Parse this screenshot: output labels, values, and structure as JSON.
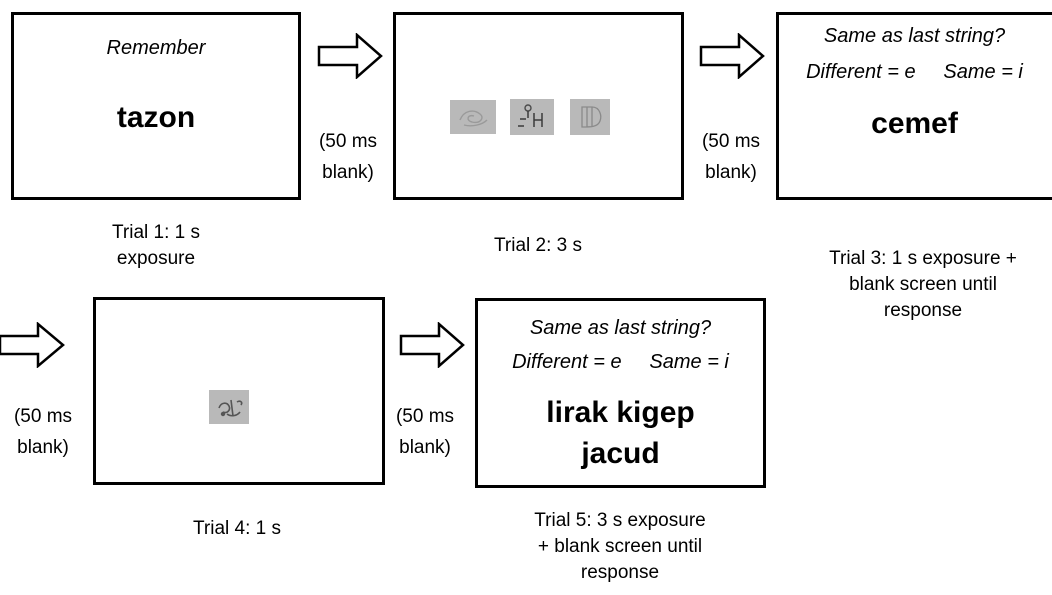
{
  "trials": [
    {
      "screen_lines": [
        "Remember"
      ],
      "stimulus": "tazon",
      "caption": [
        "Trial 1: 1 s",
        "exposure"
      ]
    },
    {
      "stimulus_images": [
        "scribble-image",
        "scribble-image",
        "scribble-image"
      ],
      "caption": [
        "Trial 2: 3 s"
      ]
    },
    {
      "screen_lines": [
        "Same as last string?",
        "Different = e     Same = i"
      ],
      "stimulus": "cemef",
      "caption": [
        "Trial 3: 1 s exposure +",
        "blank screen until",
        "response"
      ]
    },
    {
      "stimulus_images": [
        "scribble-image"
      ],
      "caption": [
        "Trial 4: 1 s"
      ]
    },
    {
      "screen_lines": [
        "Same as last string?",
        "Different = e     Same = i"
      ],
      "stimulus_lines": [
        "lirak kigep",
        "jacud"
      ],
      "caption": [
        "Trial 5: 3 s exposure",
        "+ blank screen until",
        "response"
      ]
    }
  ],
  "interval": [
    "(50 ms",
    "blank)"
  ]
}
